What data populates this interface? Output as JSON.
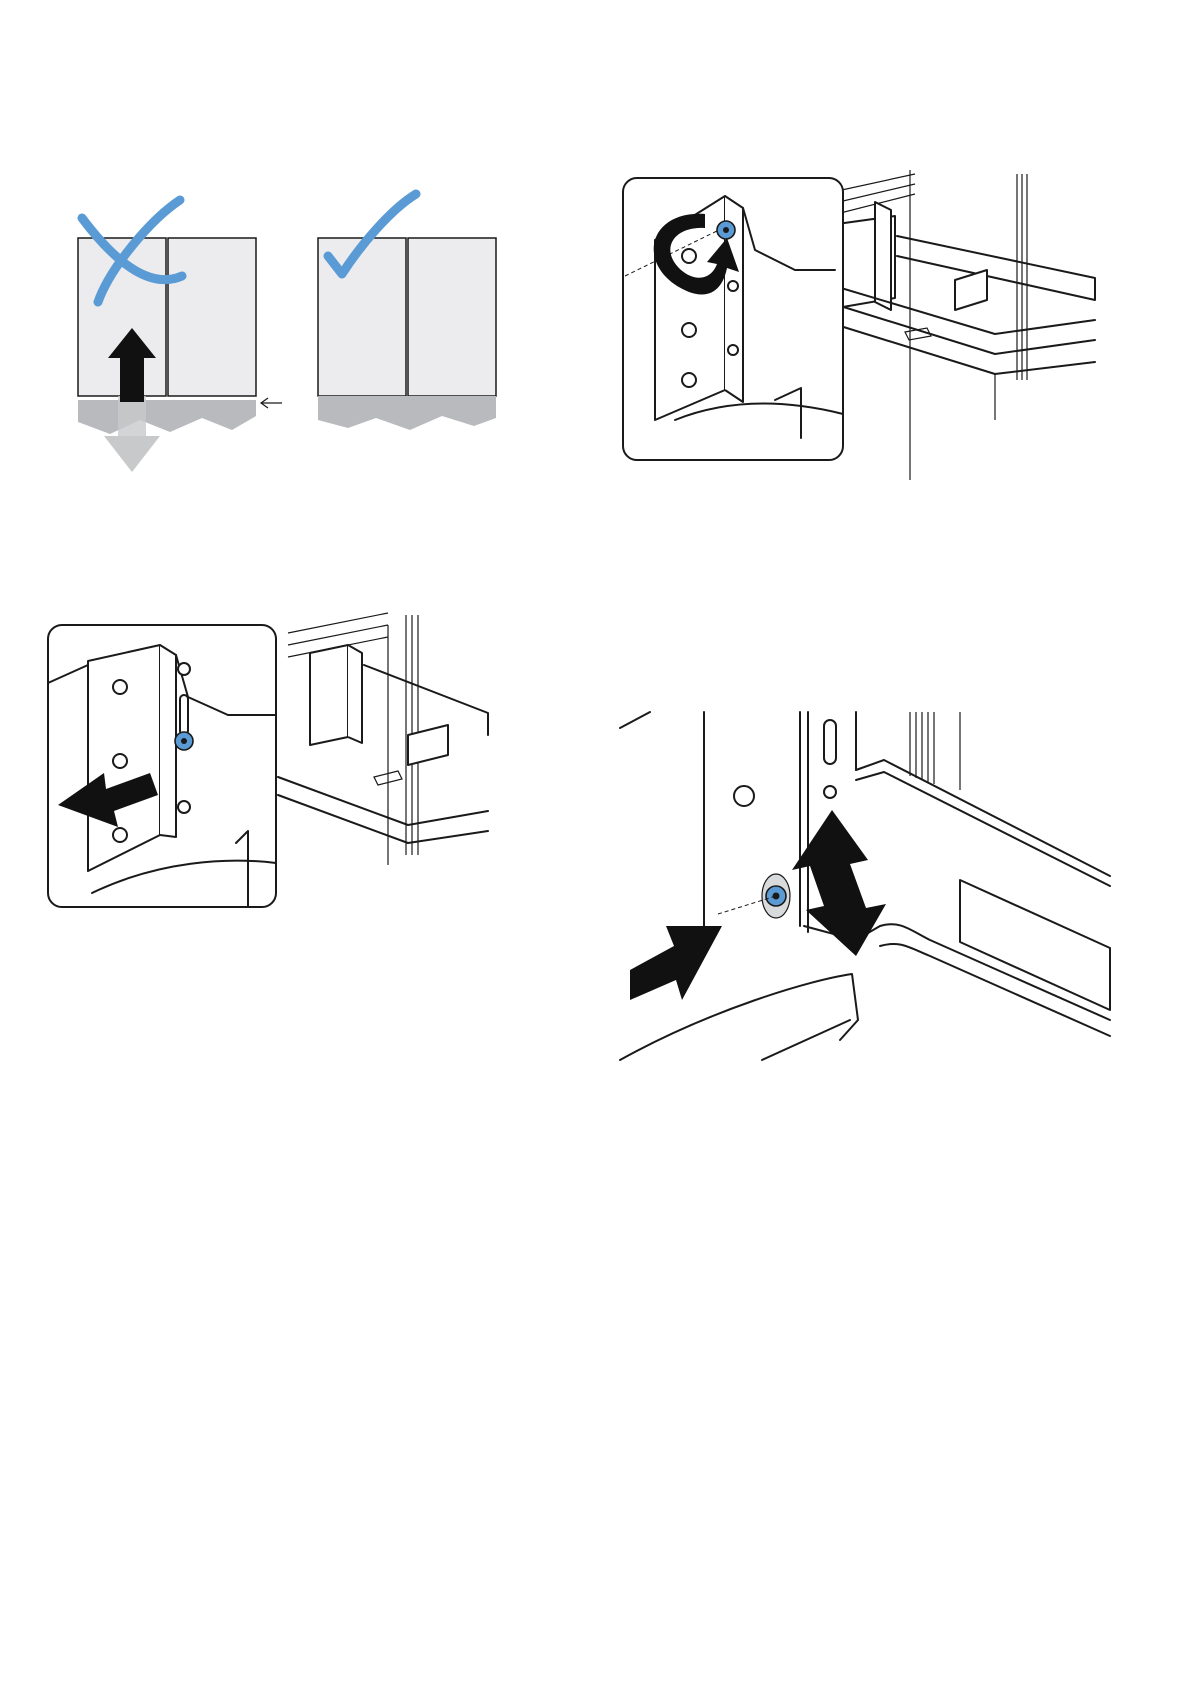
{
  "page": {
    "title": "",
    "figures": [
      {
        "id": "fig-front-alignment"
      },
      {
        "id": "fig-rotate-screw"
      },
      {
        "id": "fig-remove-screw"
      },
      {
        "id": "fig-adjust-screw"
      }
    ]
  },
  "colors": {
    "accent_blue": "#5b9bd5",
    "panel_fill": "#ececee",
    "base_gray": "#b8babd",
    "ghost_gray": "#c8c9cb",
    "line": "#1a1a1a"
  },
  "icons": {
    "wrong": "cross-mark-icon",
    "right": "check-mark-icon",
    "rotate": "rotate-arrow-icon",
    "pull": "pull-arrow-icon",
    "push": "push-arrow-icon",
    "updown": "up-down-arrow-icon"
  }
}
